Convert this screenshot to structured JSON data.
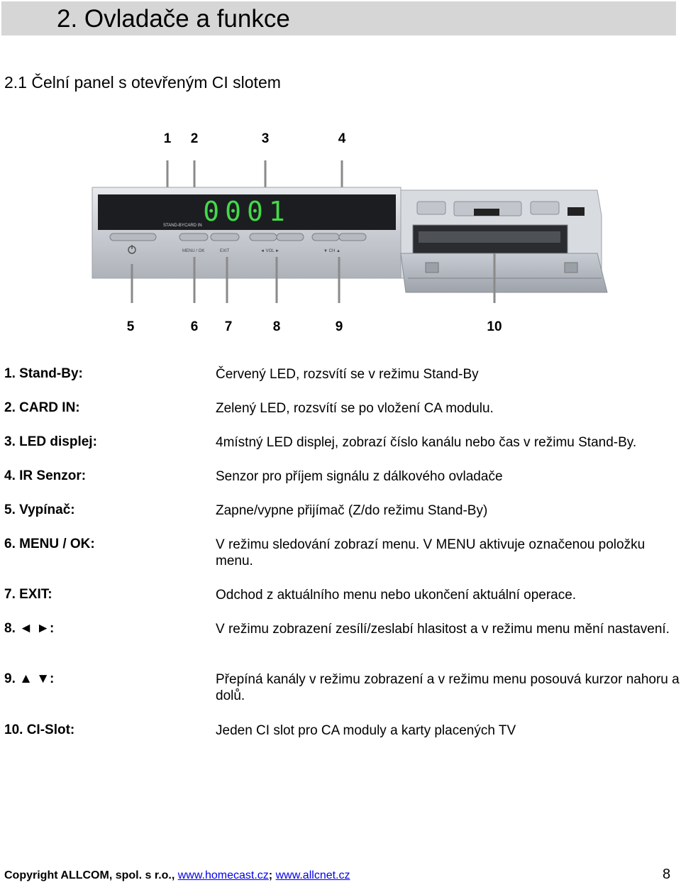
{
  "chapter": {
    "title": "2.  Ovladače a funkce"
  },
  "section": {
    "title": "2.1  Čelní panel s otevřeným CI slotem"
  },
  "figure": {
    "callouts_top": [
      "1",
      "2",
      "3",
      "4"
    ],
    "callouts_bottom": [
      "5",
      "6",
      "7",
      "8",
      "9",
      "10"
    ],
    "device": {
      "display_digits": "0001",
      "labels": {
        "standby": "STAND-BY",
        "card_in": "CARD IN",
        "menu_ok": "MENU / OK",
        "exit": "EXIT",
        "vol": "◄   VOL   ►",
        "ch": "▼   CH   ▲"
      }
    }
  },
  "items": [
    {
      "label": "1. Stand-By:",
      "desc": "Červený LED, rozsvítí se v režimu Stand-By"
    },
    {
      "label": "2. CARD IN:",
      "desc": "Zelený LED, rozsvítí se po vložení CA modulu."
    },
    {
      "label": "3. LED displej:",
      "desc": "4místný LED displej, zobrazí číslo kanálu nebo čas v režimu Stand-By."
    },
    {
      "label": "4. IR Senzor:",
      "desc": "Senzor pro příjem signálu z dálkového ovladače"
    },
    {
      "label": "5. Vypínač:",
      "desc": "Zapne/vypne přijímač (Z/do režimu Stand-By)"
    },
    {
      "label": "6. MENU / OK:",
      "desc": "V režimu sledování zobrazí menu. V MENU aktivuje označenou položku menu."
    },
    {
      "label": "7. EXIT:",
      "desc": "Odchod z aktuálního menu nebo ukončení aktuální operace."
    },
    {
      "label": "8. ◄ ►:",
      "desc": "V režimu zobrazení zesílí/zeslabí hlasitost a v režimu menu mění nastavení."
    },
    {
      "label": "9. ▲ ▼:",
      "desc": "Přepíná kanály v režimu zobrazení a v režimu menu posouvá kurzor nahoru a dolů."
    },
    {
      "label": "10. CI-Slot:",
      "desc": "Jeden CI slot pro CA moduly a karty placených TV"
    }
  ],
  "footer": {
    "copyright": "Copyright  ALLCOM, spol. s r.o., ",
    "link1": "www.homecast.cz",
    "separator": "; ",
    "link2": "www.allcnet.cz",
    "page": "8"
  }
}
